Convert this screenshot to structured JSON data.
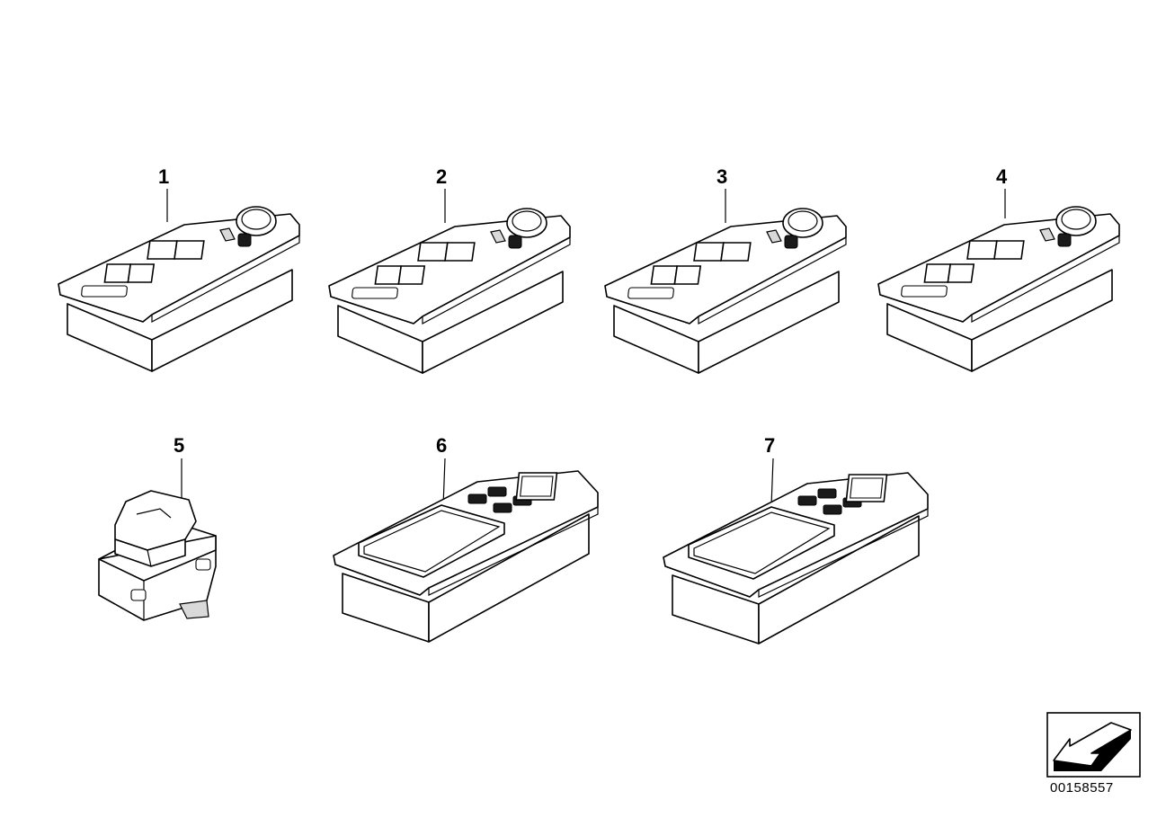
{
  "diagram": {
    "parts": [
      {
        "callout": "1",
        "type": "window-switch-block-driver-with-mirror-knob"
      },
      {
        "callout": "2",
        "type": "window-switch-block-driver-with-mirror-knob"
      },
      {
        "callout": "3",
        "type": "window-switch-block-driver-with-mirror-knob"
      },
      {
        "callout": "4",
        "type": "window-switch-block-driver-with-mirror-knob"
      },
      {
        "callout": "5",
        "type": "single-window-switch"
      },
      {
        "callout": "6",
        "type": "window-switch-block-with-panel"
      },
      {
        "callout": "7",
        "type": "window-switch-block-with-panel"
      }
    ],
    "document_number": "00158557",
    "icons": [
      "bmw-direction-arrow-icon"
    ]
  }
}
